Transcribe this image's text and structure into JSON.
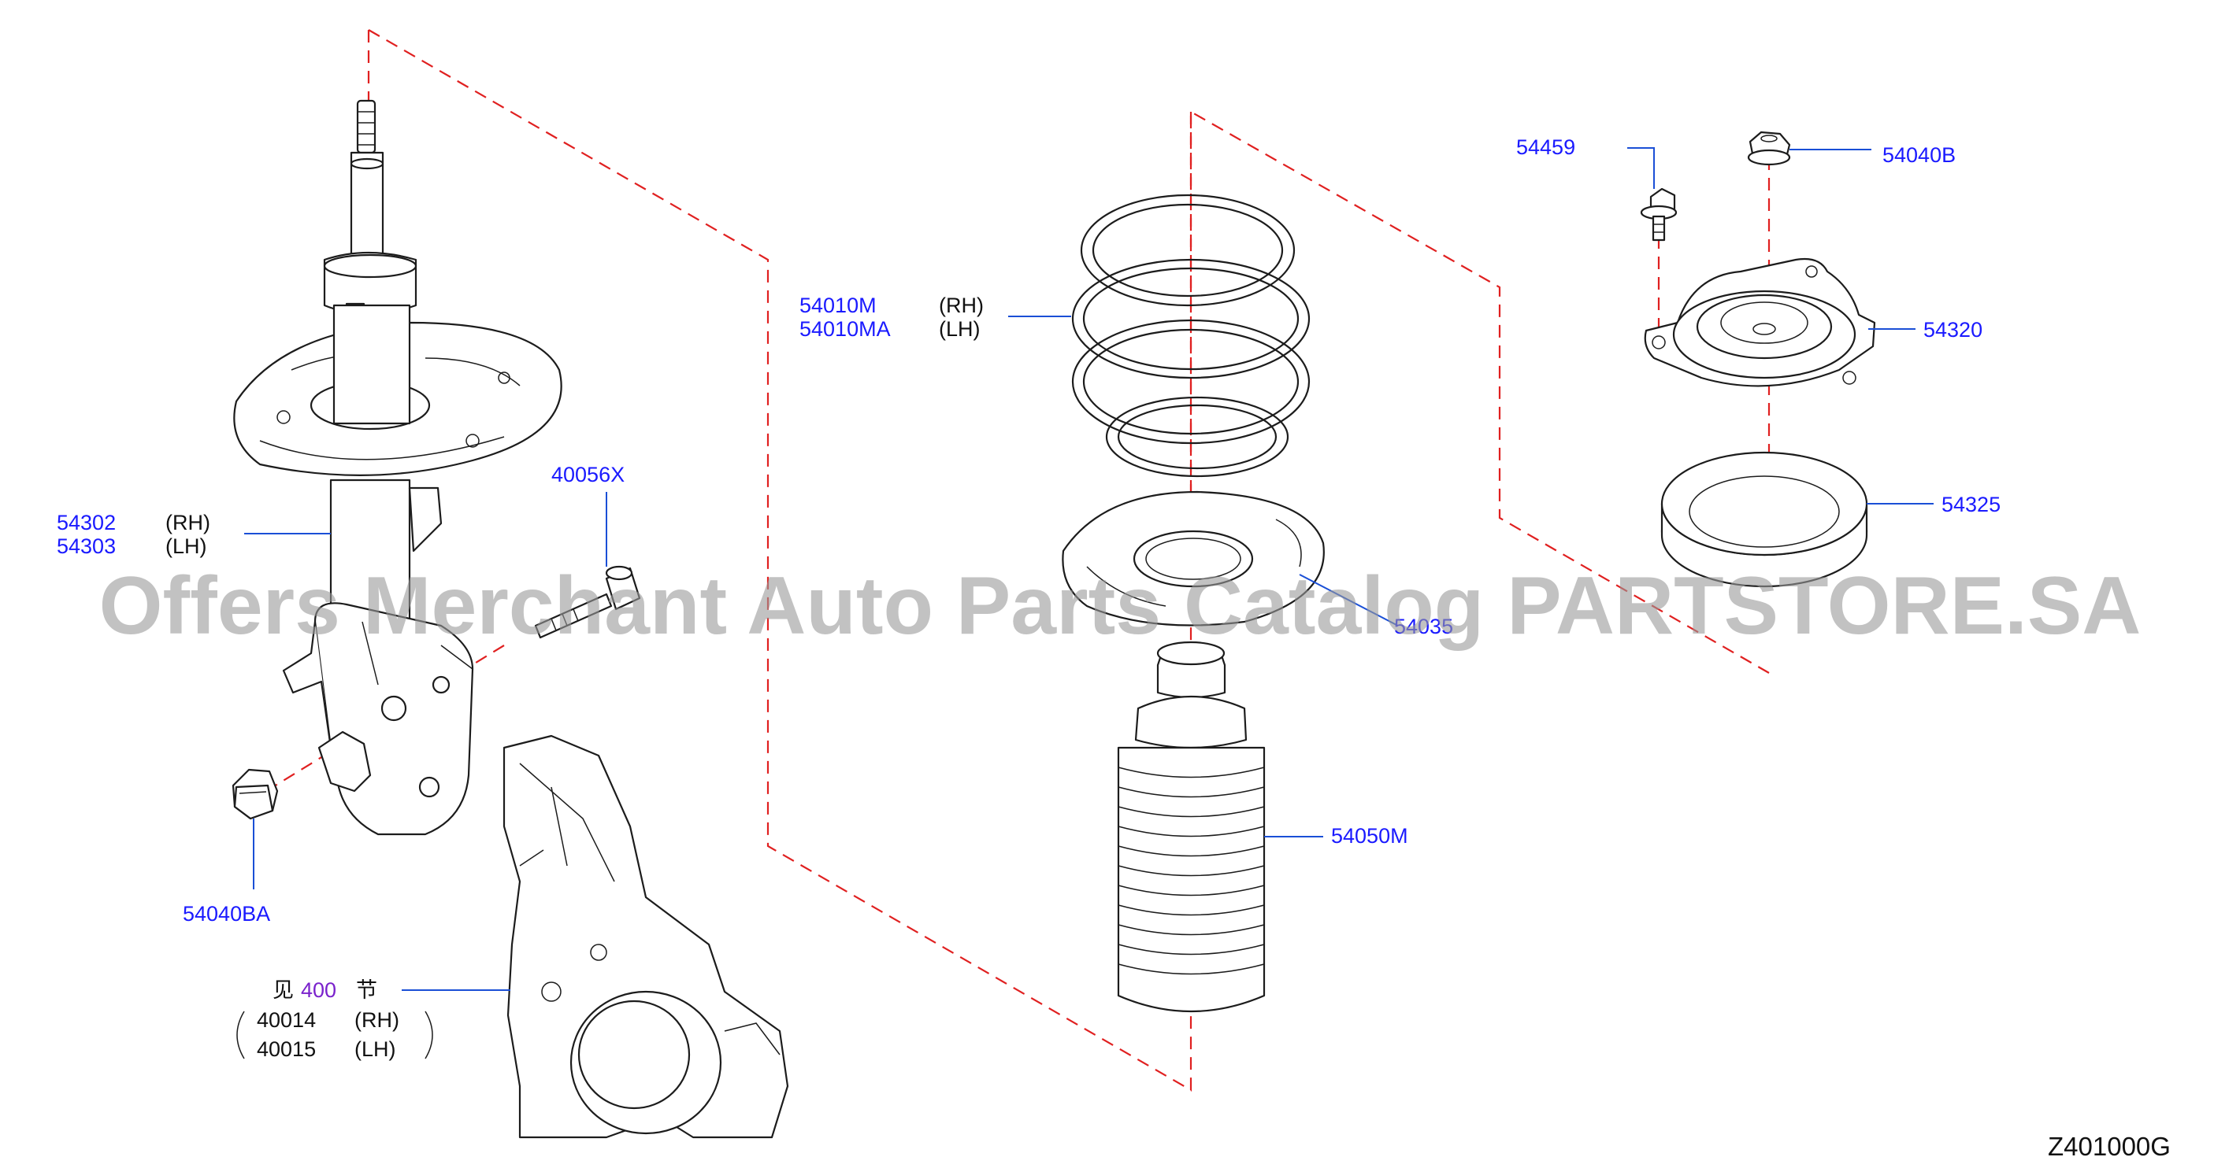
{
  "diagram_code": "Z401000G",
  "watermark": "Offers Merchant Auto Parts Catalog PARTSTORE.SA",
  "colors": {
    "label": "#1a1aff",
    "reference": "#7a22cc",
    "phantom_line": "#e02020",
    "leader": "#1a4fd6",
    "watermark": "#9a9a9a"
  },
  "strut": {
    "part_rh": "54302",
    "part_lh": "54303",
    "side_rh": "(RH)",
    "side_lh": "(LH)"
  },
  "bolt": {
    "part": "40056X"
  },
  "nut_lower": {
    "part": "54040BA"
  },
  "knuckle": {
    "see_prefix": "见",
    "see_section": "400",
    "see_suffix": "节",
    "part_rh": "40014",
    "part_lh": "40015",
    "side_rh": "(RH)",
    "side_lh": "(LH)"
  },
  "spring": {
    "part_rh": "54010M",
    "part_lh": "54010MA",
    "side_rh": "(RH)",
    "side_lh": "(LH)"
  },
  "spring_seat": {
    "part": "54035"
  },
  "bound_bumper": {
    "part": "54050M"
  },
  "mount_bolt": {
    "part": "54459"
  },
  "mount_nut": {
    "part": "54040B"
  },
  "strut_mount": {
    "part": "54320"
  },
  "bearing": {
    "part": "54325"
  }
}
